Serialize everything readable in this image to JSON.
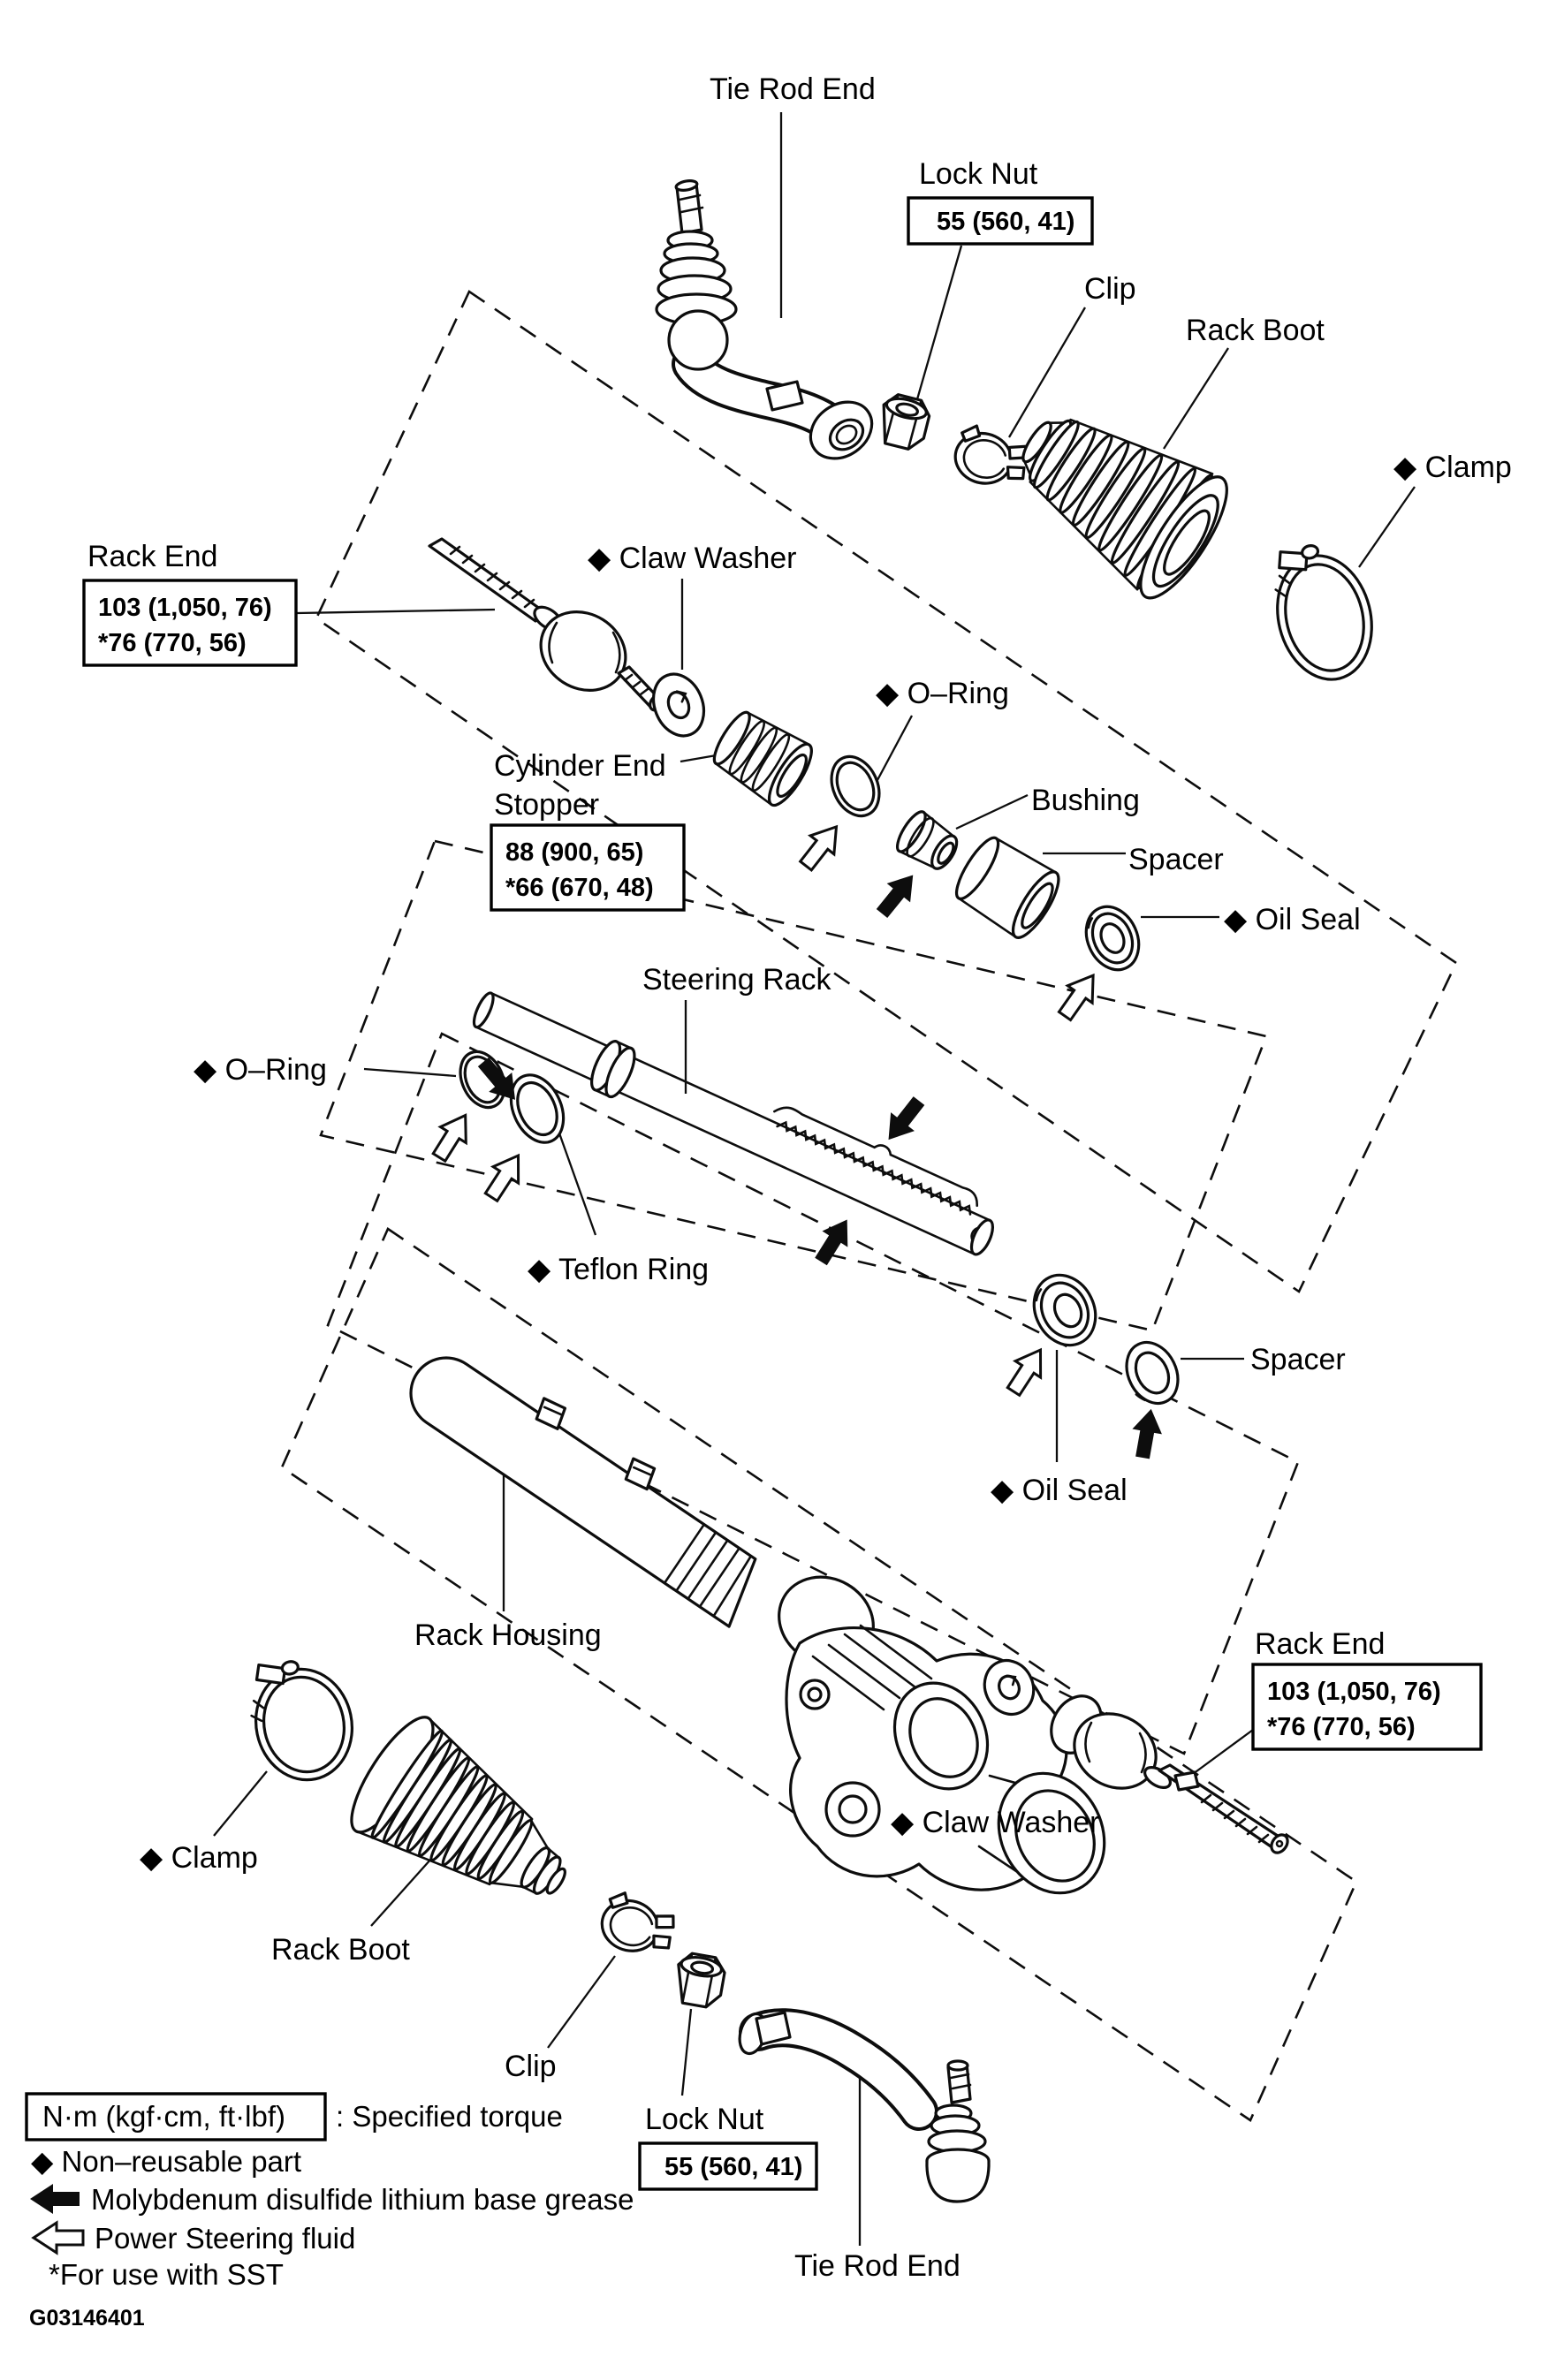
{
  "labels": {
    "tie_rod_end_top": "Tie Rod End",
    "lock_nut_top": "Lock Nut",
    "clip_top": "Clip",
    "rack_boot_top": "Rack Boot",
    "clamp_top": "◆ Clamp",
    "rack_end_top": "Rack End",
    "claw_washer_top": "◆ Claw Washer",
    "o_ring_top": "◆ O–Ring",
    "cylinder_end_stopper_line1": "Cylinder End",
    "cylinder_end_stopper_line2": "Stopper",
    "bushing": "Bushing",
    "spacer_top": "Spacer",
    "oil_seal_top": "◆ Oil Seal",
    "steering_rack": "Steering Rack",
    "o_ring_left": "◆ O–Ring",
    "teflon_ring": "◆ Teflon Ring",
    "spacer_mid": "Spacer",
    "oil_seal_mid": "◆ Oil Seal",
    "rack_housing": "Rack Housing",
    "rack_end_bottom": "Rack End",
    "claw_washer_bottom": "◆ Claw Washer",
    "clamp_bottom": "◆ Clamp",
    "rack_boot_bottom": "Rack Boot",
    "clip_bottom": "Clip",
    "lock_nut_bottom": "Lock Nut",
    "tie_rod_end_bottom": "Tie Rod End"
  },
  "torque_boxes": {
    "lock_nut_top": {
      "line1": "55 (560, 41)"
    },
    "rack_end_top": {
      "line1": "103 (1,050, 76)",
      "line2": "*76 (770, 56)"
    },
    "cylinder_end_stopper": {
      "line1": "88 (900, 65)",
      "line2": "*66 (670, 48)"
    },
    "rack_end_bottom": {
      "line1": "103 (1,050, 76)",
      "line2": "*76 (770, 56)"
    },
    "lock_nut_bottom": {
      "line1": "55 (560, 41)"
    }
  },
  "legend": {
    "torque_unit": "N·m (kgf·cm, ft·lbf)",
    "torque_desc": ": Specified torque",
    "non_reusable": "◆ Non–reusable part",
    "grease": "Molybdenum disulfide lithium base grease",
    "ps_fluid": "Power Steering fluid",
    "sst_note": "*For use with SST",
    "figure_code": "G03146401"
  },
  "icons": {
    "non_reusable_symbol": "black-diamond",
    "grease_symbol": "solid-left-arrow",
    "ps_fluid_symbol": "open-left-arrow"
  },
  "colors": {
    "ink": "#0d0d0d",
    "paper": "#ffffff"
  }
}
